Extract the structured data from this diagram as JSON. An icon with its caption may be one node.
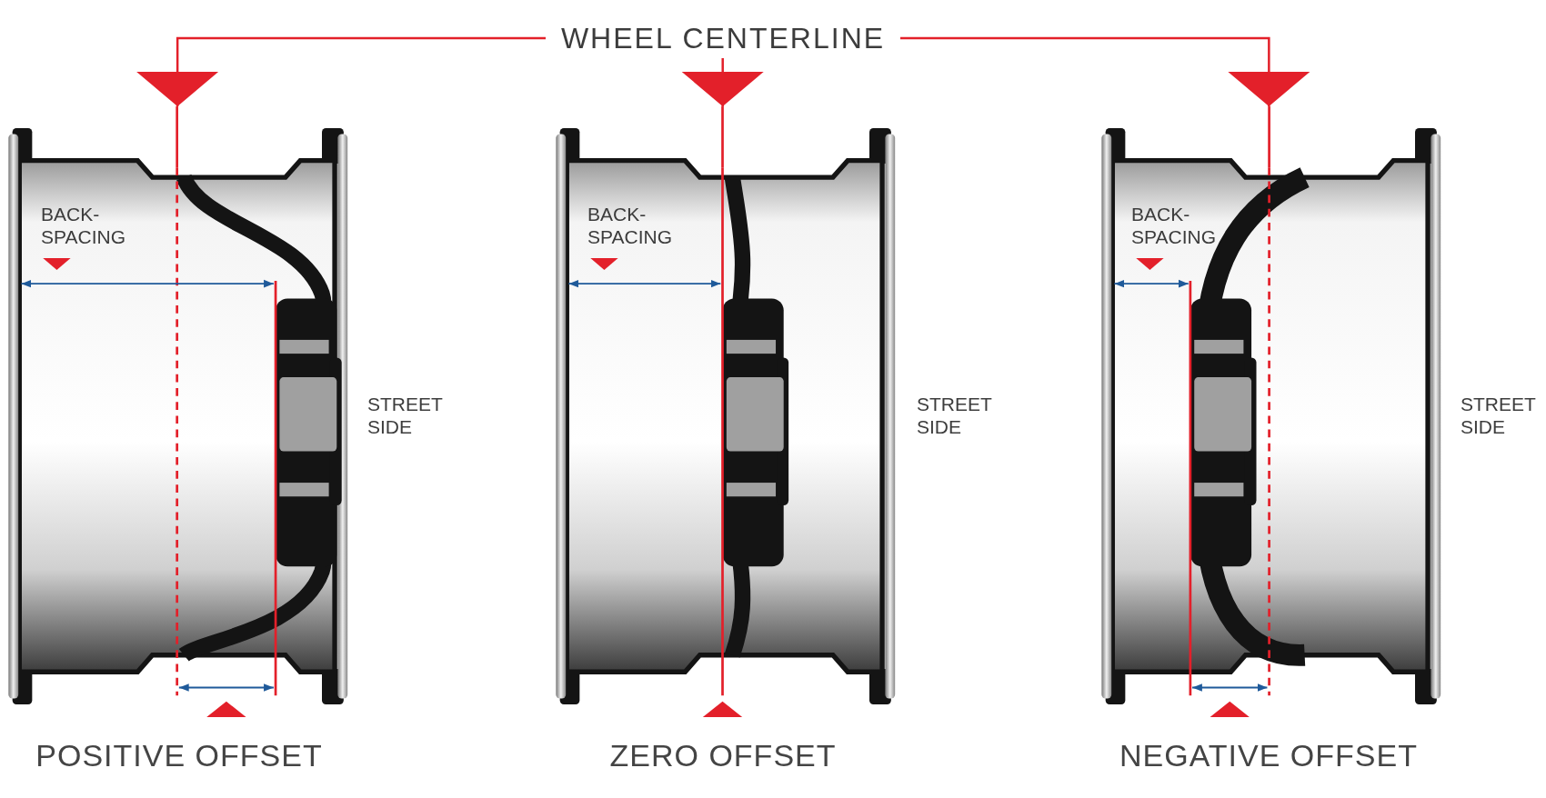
{
  "diagram": {
    "nodes": [
      {
        "text": [
          "WHEEL CENTERLINE"
        ]
      },
      {
        "text": [],
        "shape": "picture",
        "beside": [
          "POSITIVE OFFSET"
        ]
      },
      {
        "text": [],
        "shape": "picture",
        "beside": [
          "ZERO OFFSET"
        ]
      },
      {
        "text": [],
        "shape": "picture",
        "beside": [
          "NEGATIVE OFFSET"
        ]
      }
    ],
    "edges": [
      {
        "from": 0,
        "to": 1,
        "arrow": "to"
      },
      {
        "from": 0,
        "to": 2,
        "arrow": "to"
      },
      {
        "from": 0,
        "to": 3,
        "arrow": "to"
      }
    ],
    "labels": [
      "BACK-SPACING",
      "STREET SIDE",
      "BACK-SPACING",
      "STREET SIDE",
      "BACK-SPACING",
      "STREET SIDE"
    ]
  }
}
